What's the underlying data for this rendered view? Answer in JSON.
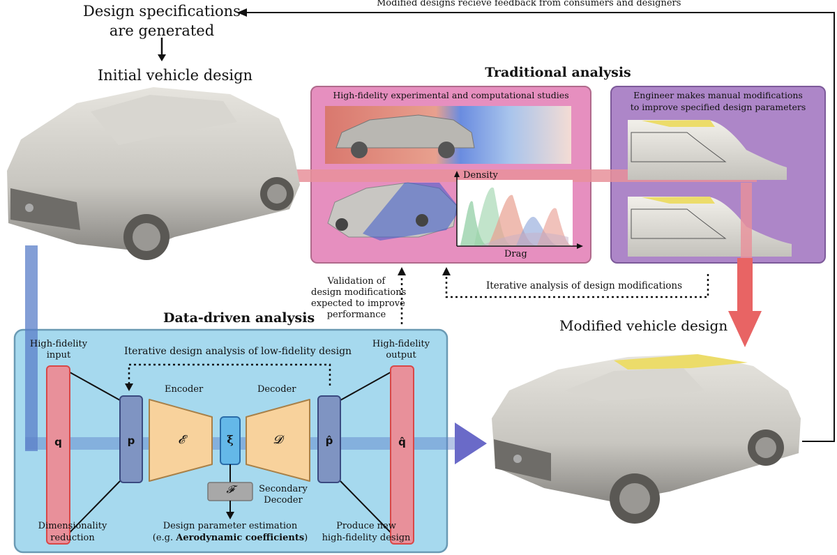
{
  "top": {
    "spec_line1": "Design specifications",
    "spec_line2": "are generated",
    "initial_design": "Initial vehicle design",
    "feedback": "Modified designs recieve feedback from consumers and designers"
  },
  "traditional": {
    "title": "Traditional analysis",
    "hf_studies": "High-fidelity experimental and computational studies",
    "engineer_line1": "Engineer makes manual modifications",
    "engineer_line2": "to improve specified design parameters",
    "density": "Density",
    "drag": "Drag",
    "iterative": "Iterative analysis of design modifications"
  },
  "validation": {
    "line1": "Validation of",
    "line2": "design modifications",
    "line3": "expected to improve",
    "line4": "performance"
  },
  "modified_design": "Modified vehicle design",
  "data_driven": {
    "title": "Data-driven analysis",
    "hf_input_line1": "High-fidelity",
    "hf_input_line2": "input",
    "hf_output_line1": "High-fidelity",
    "hf_output_line2": "output",
    "iterative_low": "Iterative design analysis of low-fidelity design",
    "encoder": "Encoder",
    "decoder": "Decoder",
    "secondary_line1": "Secondary",
    "secondary_line2": "Decoder",
    "q": "q",
    "p": "p",
    "E": "𝓔",
    "xi": "ξ",
    "D": "𝓓",
    "p_hat": "p̂",
    "q_hat": "q̂",
    "F": "𝓕",
    "dimred_line1": "Dimensionality",
    "dimred_line2": "reduction",
    "param_est": "Design parameter estimation",
    "aero_prefix": "(e.g. ",
    "aero_bold": "Aerodynamic coefficients",
    "aero_suffix": ")",
    "produce_line1": "Produce new",
    "produce_line2": "high-fidelity design"
  },
  "colors": {
    "traditional_box": "#e68fbf",
    "engineer_box": "#ad86c8",
    "data_box": "#a6d9ee",
    "red_bar": "#e8909a",
    "blue_bar": "#a3bedc",
    "encoder": "#f8d29c",
    "latent": "#64b8e8",
    "pbox": "#7f94c2",
    "qbox": "#e8909a",
    "down_arrow": "#e86464",
    "right_arrow": "#6a6ac8",
    "roof_yellow": "#ecdc6a"
  }
}
